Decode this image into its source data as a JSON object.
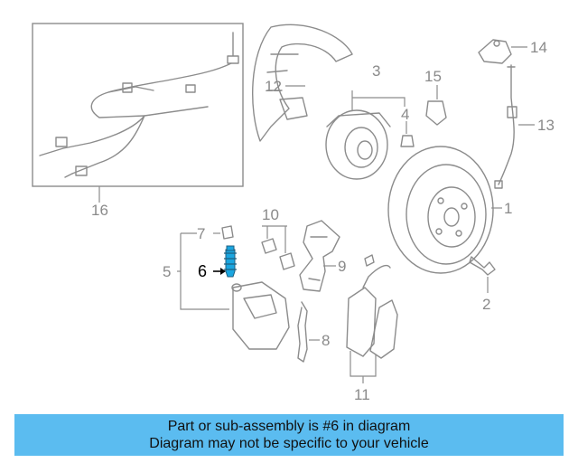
{
  "callouts": {
    "c1": "1",
    "c2": "2",
    "c3": "3",
    "c4": "4",
    "c5": "5",
    "c6": "6",
    "c7": "7",
    "c8": "8",
    "c9": "9",
    "c10": "10",
    "c11": "11",
    "c12": "12",
    "c13": "13",
    "c14": "14",
    "c15": "15",
    "c16": "16"
  },
  "highlight_part": "6",
  "colors": {
    "highlight_part": "#1aa6e0",
    "banner": "#5bbcf0",
    "line_art": "#8c8c8c"
  },
  "caption": {
    "line1": "Part or sub-assembly is #6 in diagram",
    "line2": "Diagram may not be specific to your vehicle"
  }
}
